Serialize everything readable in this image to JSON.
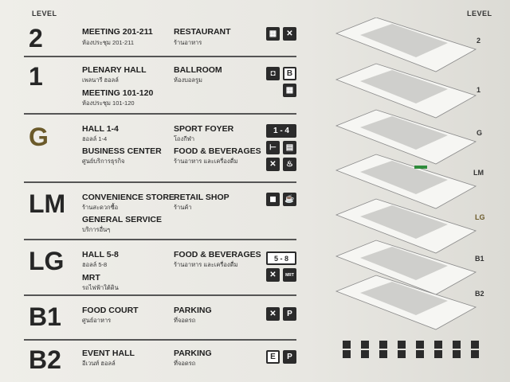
{
  "header": {
    "level_left": "LEVEL",
    "level_right": "LEVEL"
  },
  "rows": [
    {
      "level": "2",
      "items": [
        {
          "en": "MEETING 201-211",
          "th": "ห้องประชุม 201-211"
        },
        {
          "en": "RESTAURANT",
          "th": "ร้านอาหาร"
        }
      ],
      "icons": [
        "meeting-icon",
        "restaurant-icon"
      ]
    },
    {
      "level": "1",
      "items": [
        {
          "en": "PLENARY HALL",
          "th": "เพลนารี ฮอลล์"
        },
        {
          "en": "BALLROOM",
          "th": "ห้องบอลรูม"
        },
        {
          "en": "MEETING 101-120",
          "th": "ห้องประชุม 101-120"
        }
      ],
      "icons": [
        "plenary-icon",
        "ballroom-B-icon",
        "meeting-icon"
      ],
      "icon_text": {
        "ballroom": "B"
      }
    },
    {
      "level": "G",
      "items": [
        {
          "en": "HALL 1-4",
          "th": "ฮอลล์ 1-4"
        },
        {
          "en": "SPORT FOYER",
          "th": "โถงกีฬา"
        },
        {
          "en": "BUSINESS CENTER",
          "th": "ศูนย์บริการธุรกิจ"
        },
        {
          "en": "FOOD & BEVERAGES",
          "th": "ร้านอาหาร และเครื่องดื่ม"
        }
      ],
      "icons_text": {
        "hall": "1 - 4"
      }
    },
    {
      "level": "LM",
      "items": [
        {
          "en": "CONVENIENCE STORE",
          "th": "ร้านสะดวกซื้อ"
        },
        {
          "en": "RETAIL SHOP",
          "th": "ร้านค้า"
        },
        {
          "en": "GENERAL SERVICE",
          "th": "บริการอื่นๆ"
        }
      ]
    },
    {
      "level": "LG",
      "items": [
        {
          "en": "HALL 5-8",
          "th": "ฮอลล์ 5-8"
        },
        {
          "en": "FOOD & BEVERAGES",
          "th": "ร้านอาหาร และเครื่องดื่ม"
        },
        {
          "en": "MRT",
          "th": "รถไฟฟ้าใต้ดิน"
        }
      ],
      "icons_text": {
        "hall": "5 - 8",
        "mrt": "MRT"
      }
    },
    {
      "level": "B1",
      "items": [
        {
          "en": "FOOD COURT",
          "th": "ศูนย์อาหาร"
        },
        {
          "en": "PARKING",
          "th": "ที่จอดรถ"
        }
      ],
      "icons_text": {
        "parking": "P"
      }
    },
    {
      "level": "B2",
      "items": [
        {
          "en": "EVENT HALL",
          "th": "อีเวนท์ ฮอลล์"
        },
        {
          "en": "PARKING",
          "th": "ที่จอดรถ"
        }
      ],
      "icons_text": {
        "event": "E",
        "parking": "P"
      }
    }
  ],
  "map_levels": [
    "2",
    "1",
    "G",
    "LM",
    "LG",
    "B1",
    "B2"
  ],
  "colors": {
    "gold": "#6b5a2a",
    "dark": "#2b2b2b"
  }
}
